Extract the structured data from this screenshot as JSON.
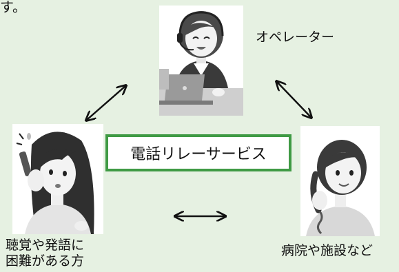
{
  "top_fragment": "す。",
  "center_label": "電話リレーサービス",
  "operator": {
    "label": "オペレーター"
  },
  "caller": {
    "label_line1": "聴覚や発語に",
    "label_line2": "困難がある方"
  },
  "hospital": {
    "label": "病院や施設など"
  },
  "colors": {
    "background": "#e6f1e2",
    "center_box_border": "#3f9a44",
    "arrow": "#111111"
  }
}
